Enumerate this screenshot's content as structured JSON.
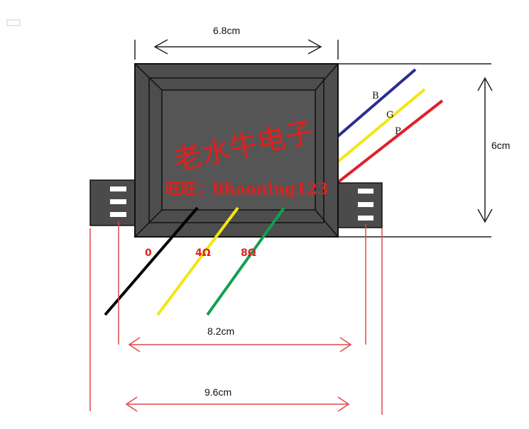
{
  "dimensions": {
    "top_width": "6.8cm",
    "height": "6cm",
    "mount_inner": "8.2cm",
    "mount_outer": "9.6cm"
  },
  "label": {
    "brand": "老水牛电子",
    "contact": "旺旺：lihaoning123"
  },
  "input_wires": [
    {
      "label": "B",
      "color": "#2a2f8c"
    },
    {
      "label": "G",
      "color": "#f2e612"
    },
    {
      "label": "P",
      "color": "#e0202a"
    }
  ],
  "output_taps": [
    {
      "label": "0",
      "color": "#000000"
    },
    {
      "label": "4Ω",
      "color": "#f2e612"
    },
    {
      "label": "8Ω",
      "color": "#10a050"
    }
  ]
}
